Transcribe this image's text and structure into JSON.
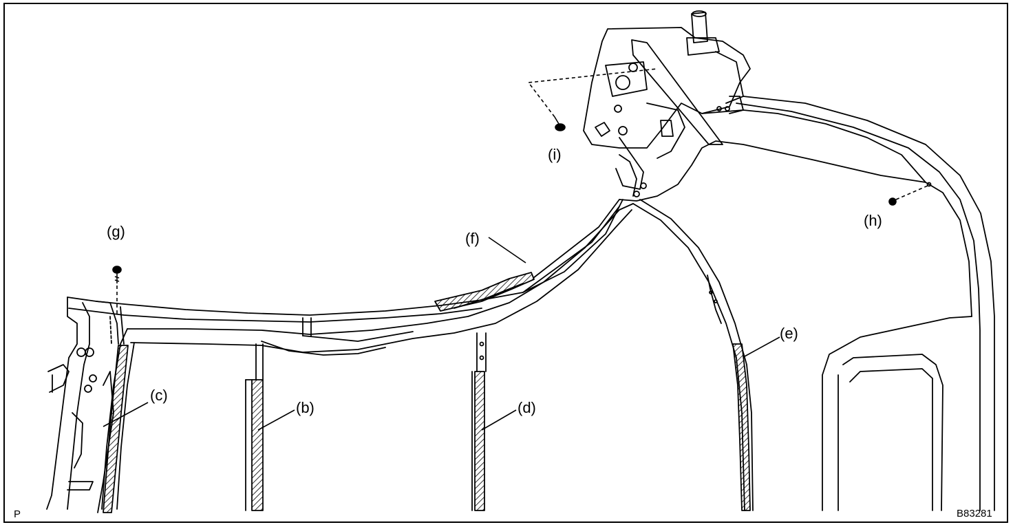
{
  "labels": {
    "b": "(b)",
    "c": "(c)",
    "d": "(d)",
    "e": "(e)",
    "f": "(f)",
    "g": "(g)",
    "h": "(h)",
    "i": "(i)"
  },
  "corner_mark": "P",
  "figure_code": "B83281"
}
